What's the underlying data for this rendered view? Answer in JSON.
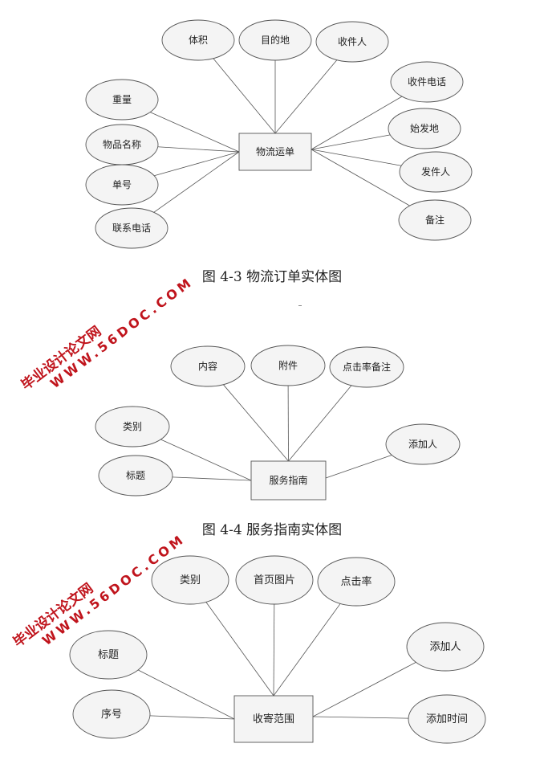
{
  "diagrams": [
    {
      "entity": "物流运单",
      "attributes": [
        "体积",
        "目的地",
        "收件人",
        "收件电话",
        "始发地",
        "发件人",
        "备注",
        "重量",
        "物品名称",
        "单号",
        "联系电话"
      ],
      "caption": "图 4-3  物流订单实体图"
    },
    {
      "entity": "服务指南",
      "attributes": [
        "内容",
        "附件",
        "点击率备注",
        "类别",
        "标题",
        "添加人"
      ],
      "caption": "图 4-4  服务指南实体图"
    },
    {
      "entity": "收寄范围",
      "attributes": [
        "类别",
        "首页图片",
        "点击率",
        "标题",
        "序号",
        "添加人",
        "添加时间"
      ]
    }
  ],
  "watermark": {
    "line1": "毕业设计论文网",
    "line2": "WWW.56DOC.COM"
  },
  "colors": {
    "stroke": "#555555",
    "fill": "#f4f4f4",
    "watermark": "#c0141c"
  }
}
